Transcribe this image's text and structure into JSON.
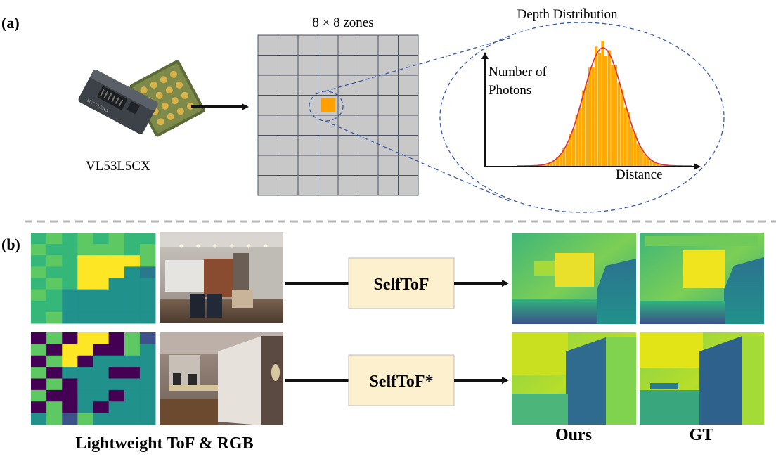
{
  "panel_a": {
    "label": "(a)",
    "sensor_name": "VL53L5CX",
    "chip_marking": "5CX VL53L5",
    "grid_title": "8 × 8 zones",
    "grid_rows": 8,
    "grid_cols": 8,
    "highlight_zone": {
      "row": 3,
      "col": 3
    },
    "grid_color": "#c8c8c8",
    "highlight_color": "#ffa000",
    "histogram_title": "Depth Distribution",
    "y_axis_label_line1": "Number of",
    "y_axis_label_line2": "Photons",
    "x_axis_label": "Distance",
    "bar_color": "#ffaa00",
    "curve_color": "#e0303a"
  },
  "panel_b": {
    "label": "(b)",
    "rows": [
      {
        "method": "SelfToF"
      },
      {
        "method": "SelfToF*"
      }
    ],
    "method_box_color": "#fdf0cf",
    "input_caption": "Lightweight ToF & RGB",
    "output_captions": [
      "Ours",
      "GT"
    ]
  }
}
